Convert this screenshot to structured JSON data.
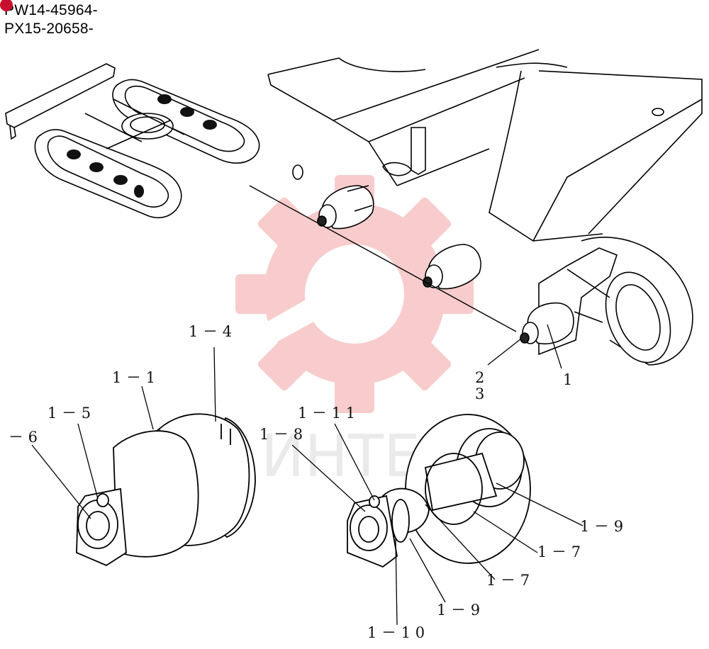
{
  "header": {
    "serials": [
      "PW14-45964-",
      "PX15-20658-"
    ],
    "marker_color": "#c8102e"
  },
  "watermark": {
    "text": "ИНТЕХ",
    "color": "#f2a0a0",
    "icon": "gear-wrench-icon"
  },
  "callouts": [
    {
      "id": "c1",
      "text": "1"
    },
    {
      "id": "c2",
      "text": "2"
    },
    {
      "id": "c3",
      "text": "3"
    },
    {
      "id": "c1-4",
      "text": "1 － 4"
    },
    {
      "id": "c1-1",
      "text": "1 － 1"
    },
    {
      "id": "c1-5",
      "text": "1 － 5"
    },
    {
      "id": "c6",
      "text": "－ 6"
    },
    {
      "id": "c1-11",
      "text": "1 － 1 1"
    },
    {
      "id": "c1-8",
      "text": "1 － 8"
    },
    {
      "id": "c1-9a",
      "text": "1 － 9"
    },
    {
      "id": "c1-7a",
      "text": "1 － 7"
    },
    {
      "id": "c1-7b",
      "text": "1 － 7"
    },
    {
      "id": "c1-9b",
      "text": "1 － 9"
    },
    {
      "id": "c1-10",
      "text": "1 － 1 0"
    }
  ]
}
